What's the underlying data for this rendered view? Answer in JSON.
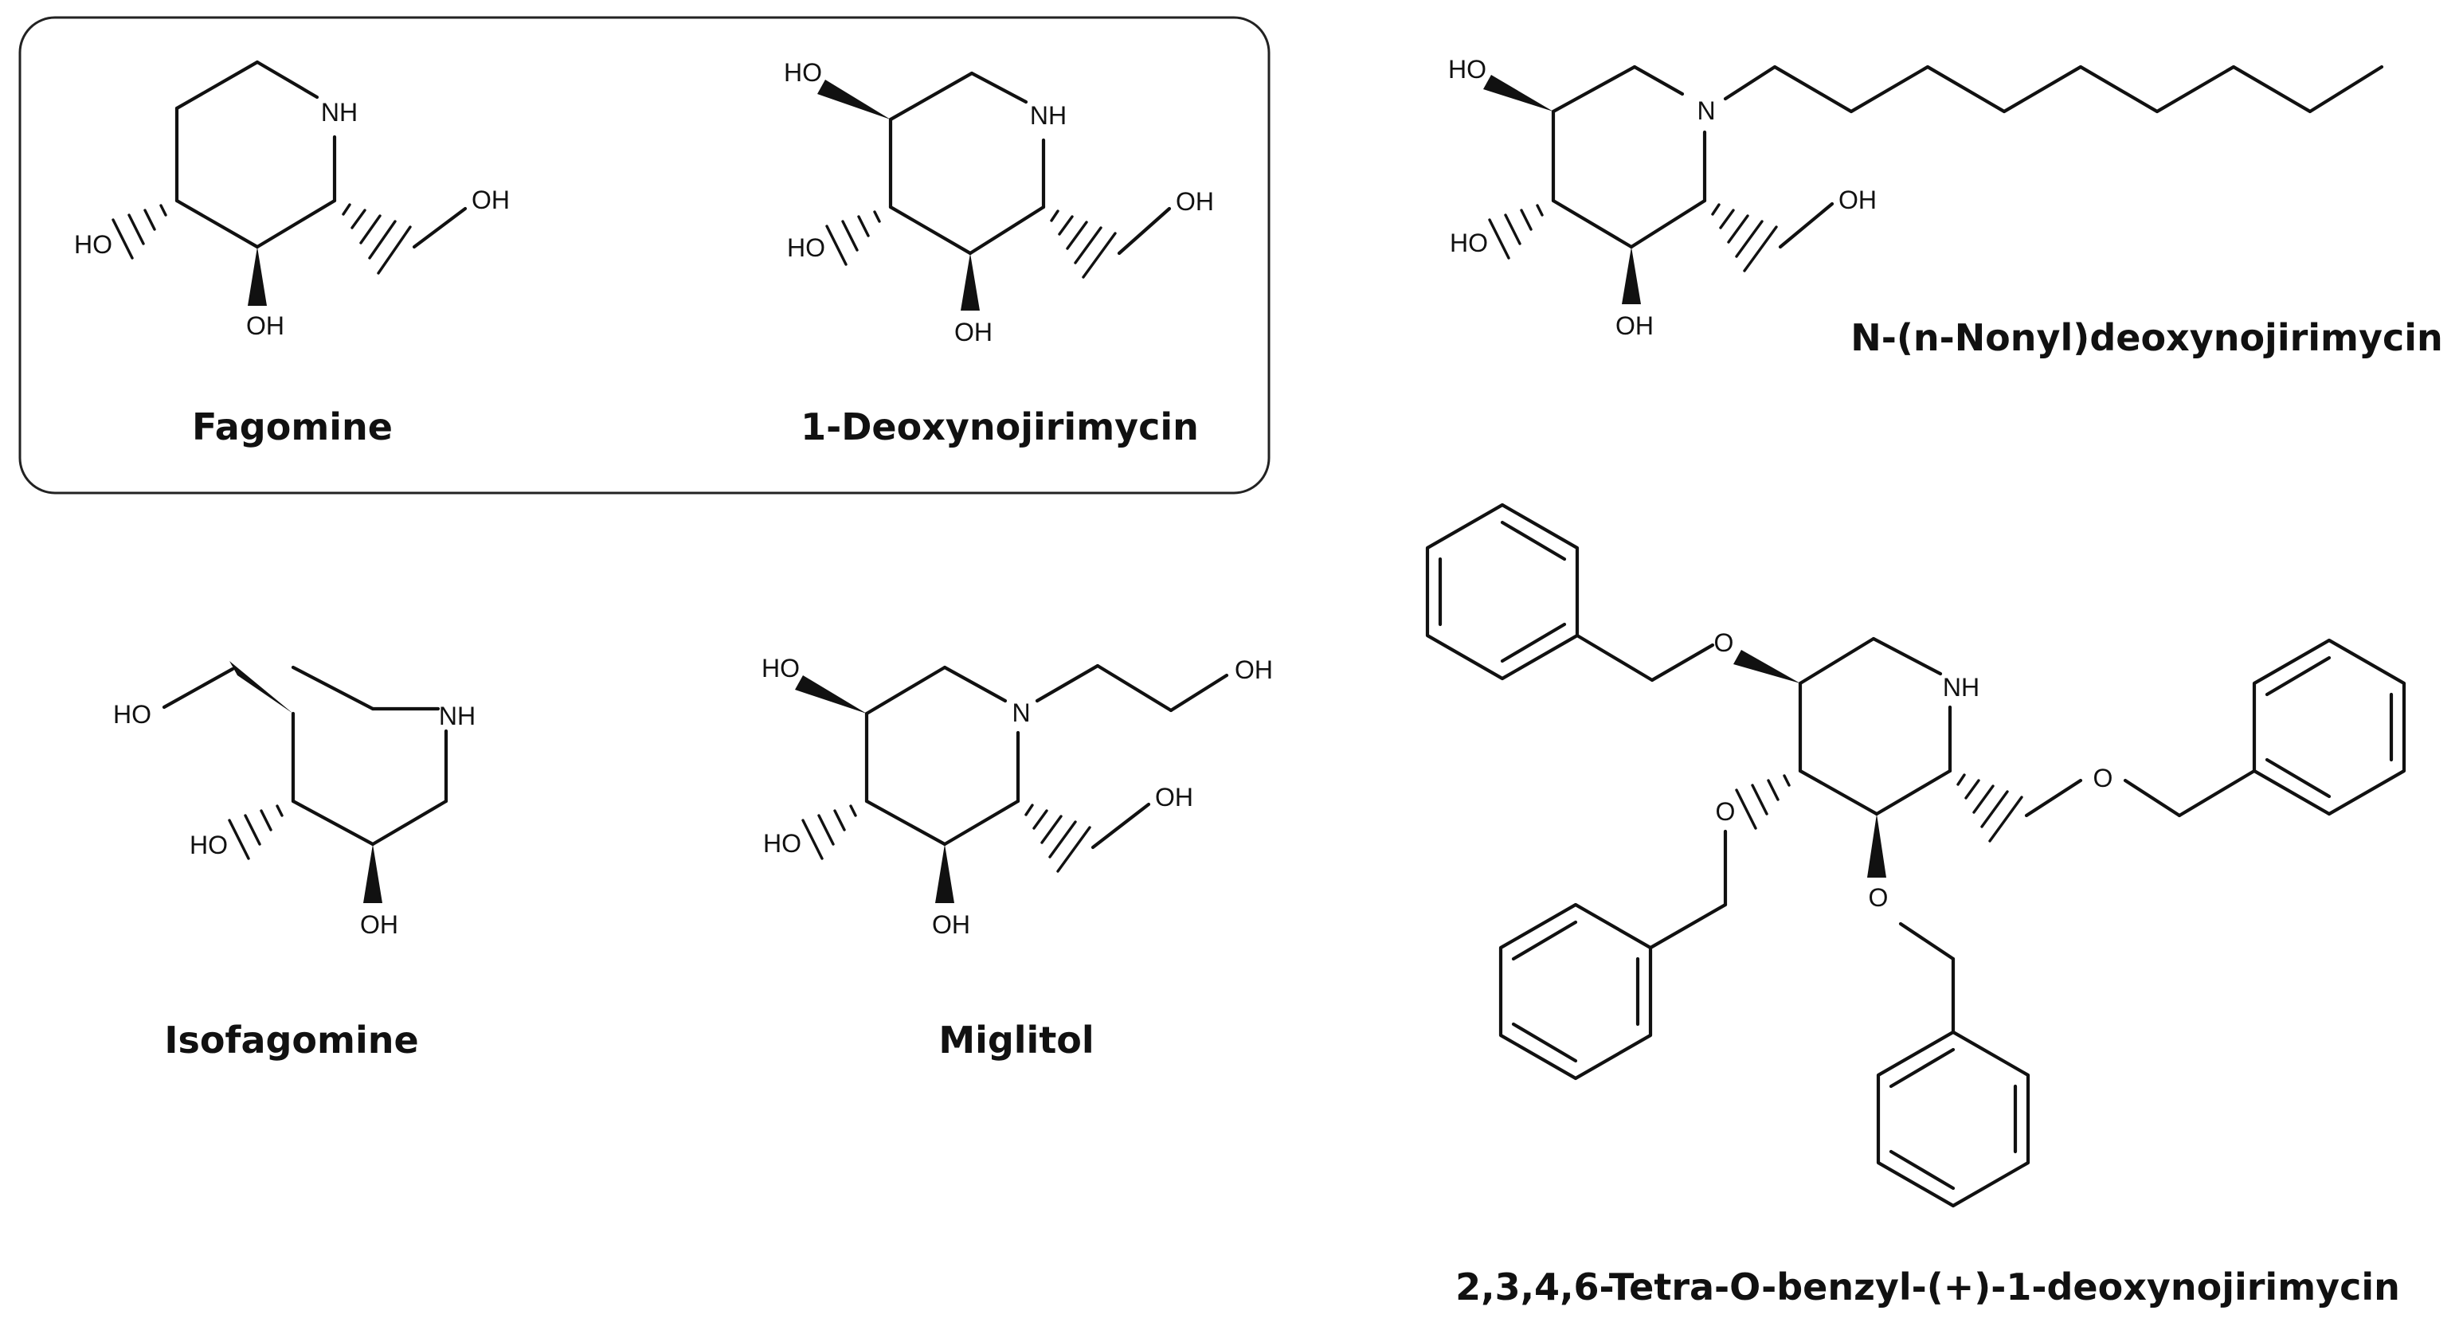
{
  "figure": {
    "highlight_box": "rounded",
    "colors": {
      "ink": "#111111",
      "background": "#ffffff"
    }
  },
  "compounds": [
    {
      "id": "fagomine",
      "name": "Fagomine",
      "atoms": {
        "ring_n": "NH",
        "hydroxymethyl": "OH",
        "c3_oh": "HO",
        "c4_oh": "OH"
      }
    },
    {
      "id": "dnj",
      "name": "1-Deoxynojirimycin",
      "atoms": {
        "ring_n": "NH",
        "c2_oh": "HO",
        "hydroxymethyl": "OH",
        "c3_oh": "HO",
        "c4_oh": "OH"
      }
    },
    {
      "id": "nn_dnj",
      "name": "N-(n-Nonyl)deoxynojirimycin",
      "atoms": {
        "ring_n": "N",
        "c2_oh": "HO",
        "hydroxymethyl": "OH",
        "c3_oh": "HO",
        "c4_oh": "OH"
      }
    },
    {
      "id": "isofagomine",
      "name": "Isofagomine",
      "atoms": {
        "ring_n": "NH",
        "hydroxymethyl": "HO",
        "c3_oh": "HO",
        "c4_oh": "OH"
      }
    },
    {
      "id": "miglitol",
      "name": "Miglitol",
      "atoms": {
        "ring_n": "N",
        "hydroxyethyl": "OH",
        "c2_oh": "HO",
        "hydroxymethyl": "OH",
        "c3_oh": "HO",
        "c4_oh": "OH"
      }
    },
    {
      "id": "tetrabenzyl_dnj",
      "name": "2,3,4,6-Tetra-O-benzyl-(+)-1-deoxynojirimycin",
      "atoms": {
        "ring_n": "NH",
        "o2": "O",
        "o3": "O",
        "o4": "O",
        "o6": "O"
      }
    }
  ]
}
